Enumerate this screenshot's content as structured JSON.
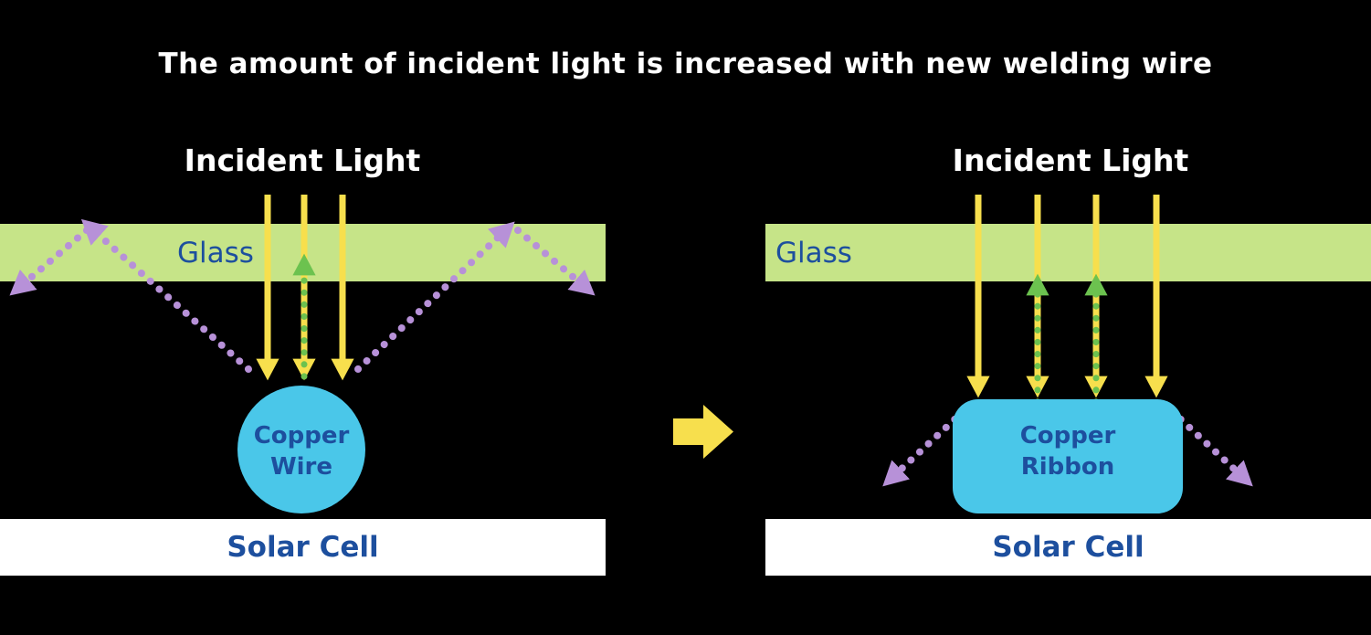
{
  "title": "The amount of incident light is increased with new welding wire",
  "colors": {
    "background": "#000000",
    "heading_text": "#ffffff",
    "diagram_text": "#1d4f9e",
    "glass": "#c6e488",
    "yellow": "#f7df4d",
    "green": "#6cc24f",
    "purple": "#b791d8",
    "copper": "#4ac7e9",
    "solar_cell": "#ffffff"
  },
  "left": {
    "incident_light": "Incident Light",
    "glass": "Glass",
    "copper": "Copper\nWire",
    "solar_cell": "Solar Cell"
  },
  "right": {
    "incident_light": "Incident Light",
    "glass": "Glass",
    "copper": "Copper\nRibbon",
    "solar_cell": "Solar Cell"
  }
}
